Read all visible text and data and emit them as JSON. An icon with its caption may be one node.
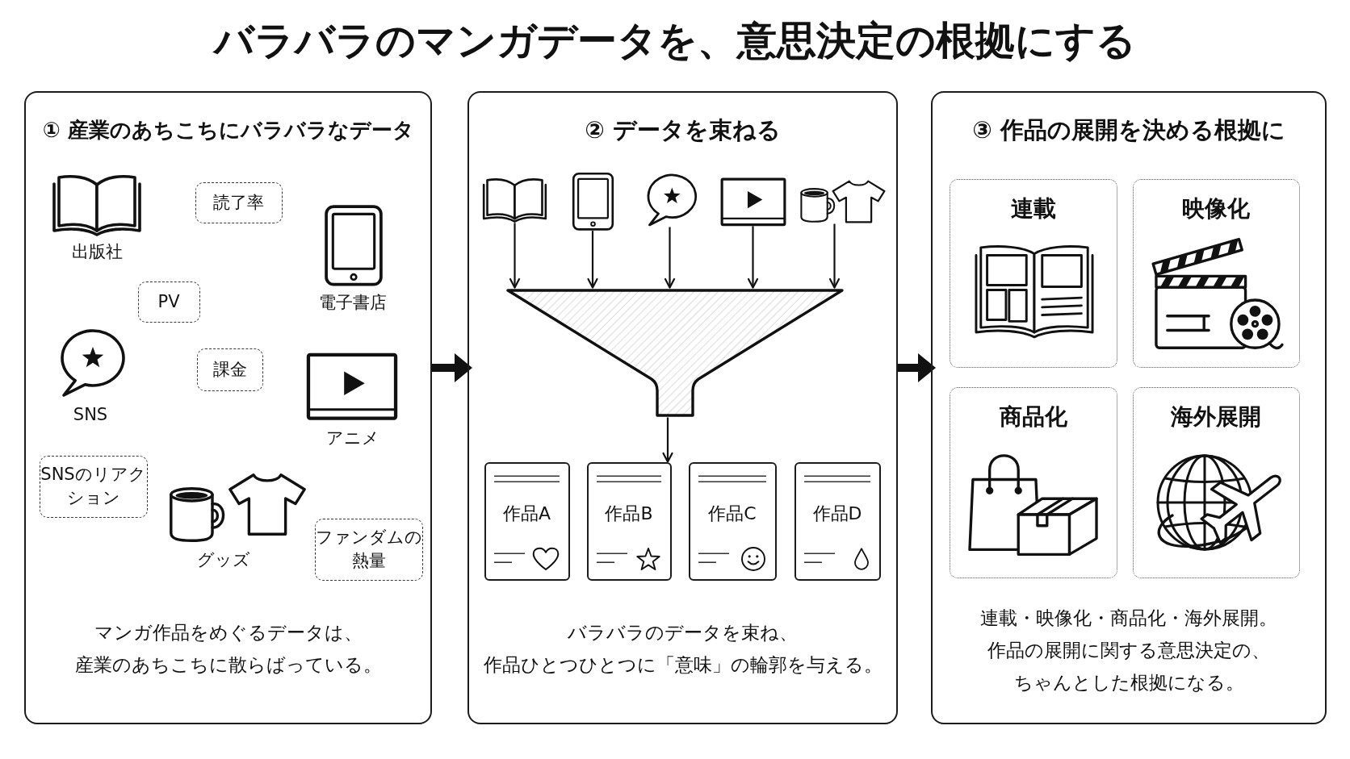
{
  "diagram": {
    "title": "バラバラのマンガデータを、意思決定の根拠にする",
    "nodes": [
      {
        "text": [
          "① 産業のあちこちにバラバラなデータ",
          "マンガ作品をめぐるデータは、産業のあちこちに散らばっている。"
        ]
      },
      {
        "text": [
          "読了率"
        ],
        "in": 0
      },
      {
        "text": [
          "PV"
        ],
        "in": 0
      },
      {
        "text": [
          "課金"
        ],
        "in": 0
      },
      {
        "text": [
          "SNSのリアクション"
        ],
        "in": 0
      },
      {
        "text": [
          "ファンダムの熱量"
        ],
        "in": 0
      },
      {
        "text": [
          "② データを束ねる",
          "バラバラのデータを束ね、作品ひとつひとつに「意味」の輪郭を与える。"
        ]
      },
      {
        "text": [],
        "shape": "picture",
        "in": 6
      },
      {
        "text": [],
        "shape": "picture",
        "in": 6
      },
      {
        "text": [],
        "shape": "picture",
        "in": 6
      },
      {
        "text": [],
        "shape": "picture",
        "in": 6
      },
      {
        "text": [],
        "shape": "picture",
        "in": 6
      },
      {
        "text": [],
        "shape": "funnel",
        "in": 6
      },
      {
        "text": [
          "作品A"
        ],
        "in": 6
      },
      {
        "text": [
          "作品B"
        ],
        "in": 6
      },
      {
        "text": [
          "作品C"
        ],
        "in": 6
      },
      {
        "text": [
          "作品D"
        ],
        "in": 6
      },
      {
        "text": [
          "③ 作品の展開を決める根拠に",
          "連載・映像化・商品化・海外展開。作品の展開に関する意思決定の、ちゃんとした根拠になる。"
        ]
      },
      {
        "text": [
          "連載"
        ],
        "in": 17
      },
      {
        "text": [
          "映像化"
        ],
        "in": 17
      },
      {
        "text": [
          "商品化"
        ],
        "in": 17
      },
      {
        "text": [
          "海外展開"
        ],
        "in": 17
      }
    ],
    "edges": [
      {
        "from": 0,
        "to": 6,
        "arrow": "to",
        "style": "thick"
      },
      {
        "from": 6,
        "to": 17,
        "arrow": "to",
        "style": "thick"
      },
      {
        "from": 7,
        "to": 12,
        "arrow": "to"
      },
      {
        "from": 8,
        "to": 12,
        "arrow": "to"
      },
      {
        "from": 9,
        "to": 12,
        "arrow": "to"
      },
      {
        "from": 10,
        "to": 12,
        "arrow": "to"
      },
      {
        "from": 11,
        "to": 12,
        "arrow": "to"
      },
      {
        "from": 12,
        "to": 14,
        "arrow": "to"
      }
    ],
    "labels": [
      "出版社",
      "電子書店",
      "SNS",
      "アニメ",
      "グッズ"
    ]
  }
}
